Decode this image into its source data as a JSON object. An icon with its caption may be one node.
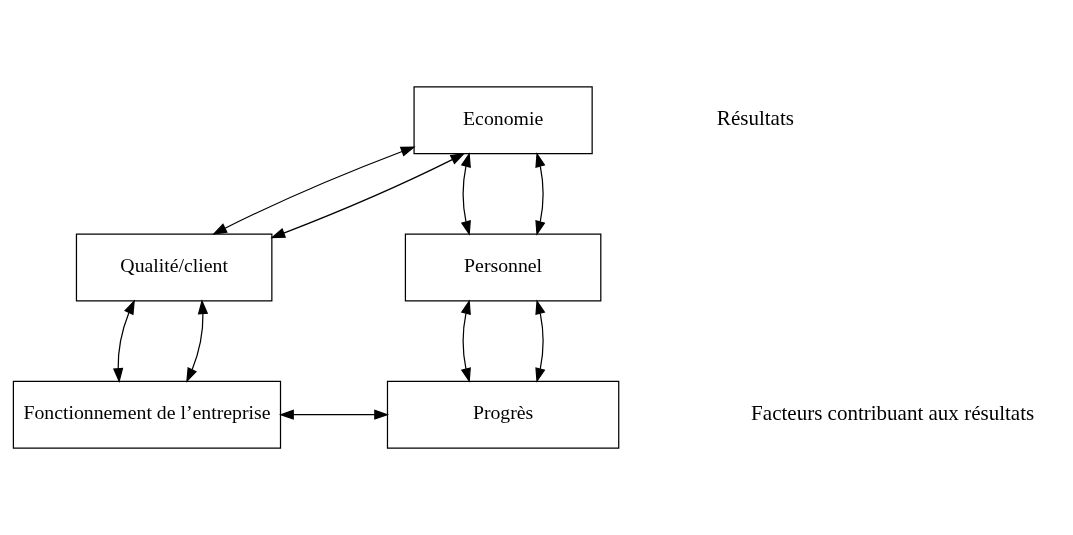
{
  "diagram": {
    "nodes": [
      {
        "text": [
          "Economie"
        ]
      },
      {
        "text": [
          "Qualité/client"
        ]
      },
      {
        "text": [
          "Personnel"
        ]
      },
      {
        "text": [
          "Fonctionnement de l’entreprise"
        ]
      },
      {
        "text": [
          "Progrès"
        ]
      }
    ],
    "edges": [
      {
        "from": 0,
        "to": 1,
        "arrow": "both"
      },
      {
        "from": 0,
        "to": 1,
        "arrow": "both"
      },
      {
        "from": 0,
        "to": 2,
        "arrow": "both"
      },
      {
        "from": 0,
        "to": 2,
        "arrow": "both"
      },
      {
        "from": 1,
        "to": 3,
        "arrow": "both"
      },
      {
        "from": 1,
        "to": 3,
        "arrow": "both"
      },
      {
        "from": 2,
        "to": 4,
        "arrow": "both"
      },
      {
        "from": 2,
        "to": 4,
        "arrow": "both"
      },
      {
        "from": 3,
        "to": 4,
        "arrow": "both"
      }
    ],
    "labels": [
      "Résultats",
      "Facteurs contribuant aux résultats"
    ]
  }
}
